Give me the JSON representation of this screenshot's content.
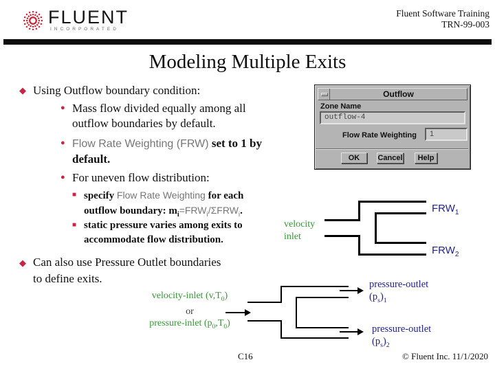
{
  "header": {
    "logo_text": "FLUENT",
    "logo_subtext": "INCORPORATED",
    "training_title": "Fluent Software Training",
    "training_code": "TRN-99-003"
  },
  "slide": {
    "title": "Modeling Multiple Exits",
    "footer_page": "C16",
    "footer_copyright": "© Fluent Inc. 11/1/2020"
  },
  "colors": {
    "bullet_red": "#cc2244",
    "label_green": "#339933",
    "label_navy": "#1f1f8f",
    "sans_gray": "#767676"
  },
  "bullets": {
    "b1": "Using Outflow boundary condition:",
    "b1_1_l1": "Mass flow divided equally among all",
    "b1_1_l2": "outflow boundaries by default.",
    "b1_2_sans": "Flow Rate Weighting (FRW)",
    "b1_2_bold_l1": " set to 1 by",
    "b1_2_bold_l2": "default.",
    "b1_3": "For uneven flow distribution:",
    "b1_3_1_pre": "specify ",
    "b1_3_1_sans": "Flow Rate Weighting",
    "b1_3_1_post": " for each",
    "b1_3_1_l2_pre": "outflow boundary: m",
    "b1_3_1_l2_sub1": "i",
    "b1_3_1_l2_eq": "=FRW",
    "b1_3_1_l2_sub2": "i",
    "b1_3_1_l2_div": "/ΣFRW",
    "b1_3_1_l2_sub3": "i",
    "b1_3_1_l2_end": ".",
    "b1_3_2_l1": "static pressure varies among exits to",
    "b1_3_2_l2": "accommodate flow distribution.",
    "b2_l1": "Can also use Pressure Outlet boundaries",
    "b2_l2": "to define exits."
  },
  "dialog": {
    "title": "Outflow",
    "zone_name_label": "Zone Name",
    "zone_name_value": "outflow-4",
    "frw_label": "Flow Rate Weighting",
    "frw_value": "1",
    "buttons": [
      "OK",
      "Cancel",
      "Help"
    ]
  },
  "diagram_frw": {
    "inlet_line1": "velocity",
    "inlet_line2": "inlet",
    "out1_text": "FRW",
    "out1_sub": "1",
    "out2_text": "FRW",
    "out2_sub": "2"
  },
  "diagram_pressure": {
    "out1_text": "pressure-outlet",
    "out1_paren": "(p",
    "out1_sub_s": "s",
    "out1_close": ")",
    "out1_sub_n": "1",
    "out2_text": "pressure-outlet",
    "out2_paren": "(p",
    "out2_sub_s": "s",
    "out2_close": ")",
    "out2_sub_n": "2"
  },
  "inlet_caption": {
    "l1_pre": "velocity-inlet (v,T",
    "l1_sub": "0",
    "l1_close": ")",
    "or_text": "or",
    "l2_pre": "pressure-inlet (p",
    "l2_sub1": "0",
    "l2_mid": ",T",
    "l2_sub2": "0",
    "l2_close": ")"
  }
}
